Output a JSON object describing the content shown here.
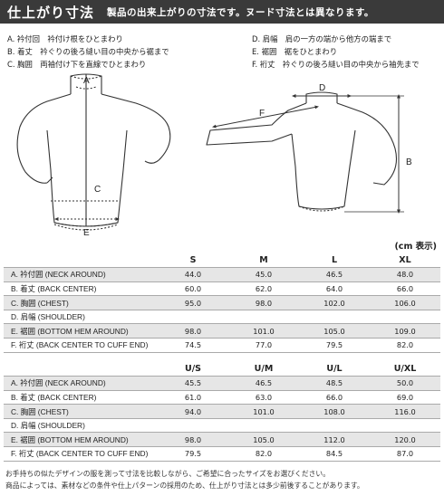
{
  "header": {
    "title": "仕上がり寸法",
    "subtitle": "製品の出来上がりの寸法です。ヌード寸法とは異なります。"
  },
  "legend_left": [
    "A. 衿付回　衿付け根をひとまわり",
    "B. 着丈　衿ぐりの後ろ縫い目の中央から裾まで",
    "C. 胸囲　両袖付け下を直線でひとまわり"
  ],
  "legend_right": [
    "D. 肩幅　肩の一方の端から他方の端まで",
    "E. 裾囲　裾をひとまわり",
    "F. 裄丈　衿ぐりの後ろ縫い目の中央から袖先まで"
  ],
  "diagram_labels": {
    "a": "A",
    "b": "B",
    "c": "C",
    "d": "D",
    "e": "E",
    "f": "F"
  },
  "unit": "(cm 表示)",
  "table1": {
    "sizes": [
      "S",
      "M",
      "L",
      "XL"
    ],
    "rows": [
      {
        "label": "A. 衿付囲 (NECK AROUND)",
        "values": [
          "44.0",
          "45.0",
          "46.5",
          "48.0"
        ]
      },
      {
        "label": "B. 着丈 (BACK CENTER)",
        "values": [
          "60.0",
          "62.0",
          "64.0",
          "66.0"
        ]
      },
      {
        "label": "C. 胸囲 (CHEST)",
        "values": [
          "95.0",
          "98.0",
          "102.0",
          "106.0"
        ]
      },
      {
        "label": "D. 肩幅 (SHOULDER)",
        "values": [
          "",
          "",
          "",
          ""
        ]
      },
      {
        "label": "E. 裾囲 (BOTTOM HEM AROUND)",
        "values": [
          "98.0",
          "101.0",
          "105.0",
          "109.0"
        ]
      },
      {
        "label": "F. 裄丈 (BACK CENTER TO CUFF END)",
        "values": [
          "74.5",
          "77.0",
          "79.5",
          "82.0"
        ]
      }
    ]
  },
  "table2": {
    "sizes": [
      "U/S",
      "U/M",
      "U/L",
      "U/XL"
    ],
    "rows": [
      {
        "label": "A. 衿付囲 (NECK AROUND)",
        "values": [
          "45.5",
          "46.5",
          "48.5",
          "50.0"
        ]
      },
      {
        "label": "B. 着丈 (BACK CENTER)",
        "values": [
          "61.0",
          "63.0",
          "66.0",
          "69.0"
        ]
      },
      {
        "label": "C. 胸囲 (CHEST)",
        "values": [
          "94.0",
          "101.0",
          "108.0",
          "116.0"
        ]
      },
      {
        "label": "D. 肩幅 (SHOULDER)",
        "values": [
          "",
          "",
          "",
          ""
        ]
      },
      {
        "label": "E. 裾囲 (BOTTOM HEM AROUND)",
        "values": [
          "98.0",
          "105.0",
          "112.0",
          "120.0"
        ]
      },
      {
        "label": "F. 裄丈 (BACK CENTER TO CUFF END)",
        "values": [
          "79.5",
          "82.0",
          "84.5",
          "87.0"
        ]
      }
    ]
  },
  "footnote": [
    "お手持ちの似たデザインの服を測って寸法を比較しながら、ご希望に合ったサイズをお選びください。",
    "商品によっては、素材などの条件や仕上パターンの採用のため、仕上がり寸法とは多少前後することがあります。"
  ]
}
